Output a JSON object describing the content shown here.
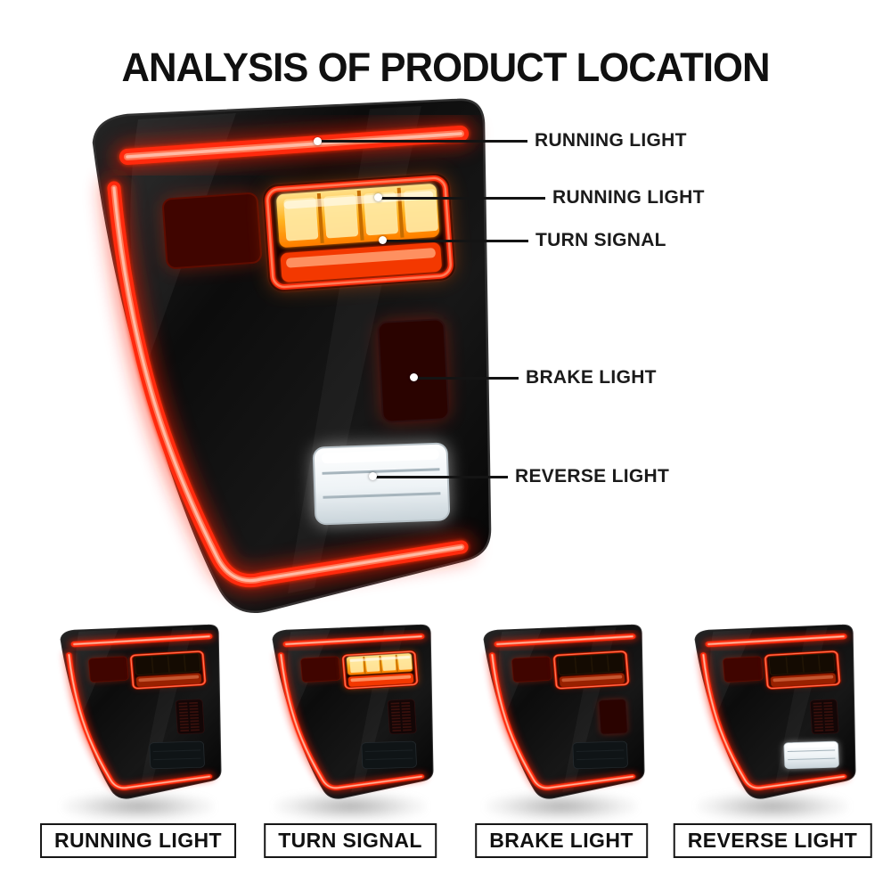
{
  "page": {
    "title": "ANALYSIS OF PRODUCT LOCATION",
    "background": "#ffffff"
  },
  "main_lamp": {
    "mode": "all",
    "description_labels_present": [
      "RUNNING LIGHT",
      "RUNNING LIGHT",
      "TURN SIGNAL",
      "BRAKE LIGHT",
      "REVERSE LIGHT"
    ]
  },
  "callouts": [
    {
      "label": "RUNNING LIGHT"
    },
    {
      "label": "RUNNING LIGHT"
    },
    {
      "label": "TURN SIGNAL"
    },
    {
      "label": "BRAKE LIGHT"
    },
    {
      "label": "REVERSE LIGHT"
    }
  ],
  "variants": [
    {
      "label": "RUNNING LIGHT",
      "mode": "running"
    },
    {
      "label": "TURN SIGNAL",
      "mode": "turn"
    },
    {
      "label": "BRAKE LIGHT",
      "mode": "brake"
    },
    {
      "label": "REVERSE LIGHT",
      "mode": "reverse"
    }
  ],
  "colors": {
    "title_text": "#101010",
    "callout_text": "#1b1b1b",
    "callout_line": "#141414",
    "running_red": "#ff2a10",
    "turn_amber": "#ffb21e",
    "brake_red": "#ff2512",
    "reverse_white": "#f2f6f8",
    "housing_black": "#0b0b0b",
    "label_box_border": "#161616"
  }
}
